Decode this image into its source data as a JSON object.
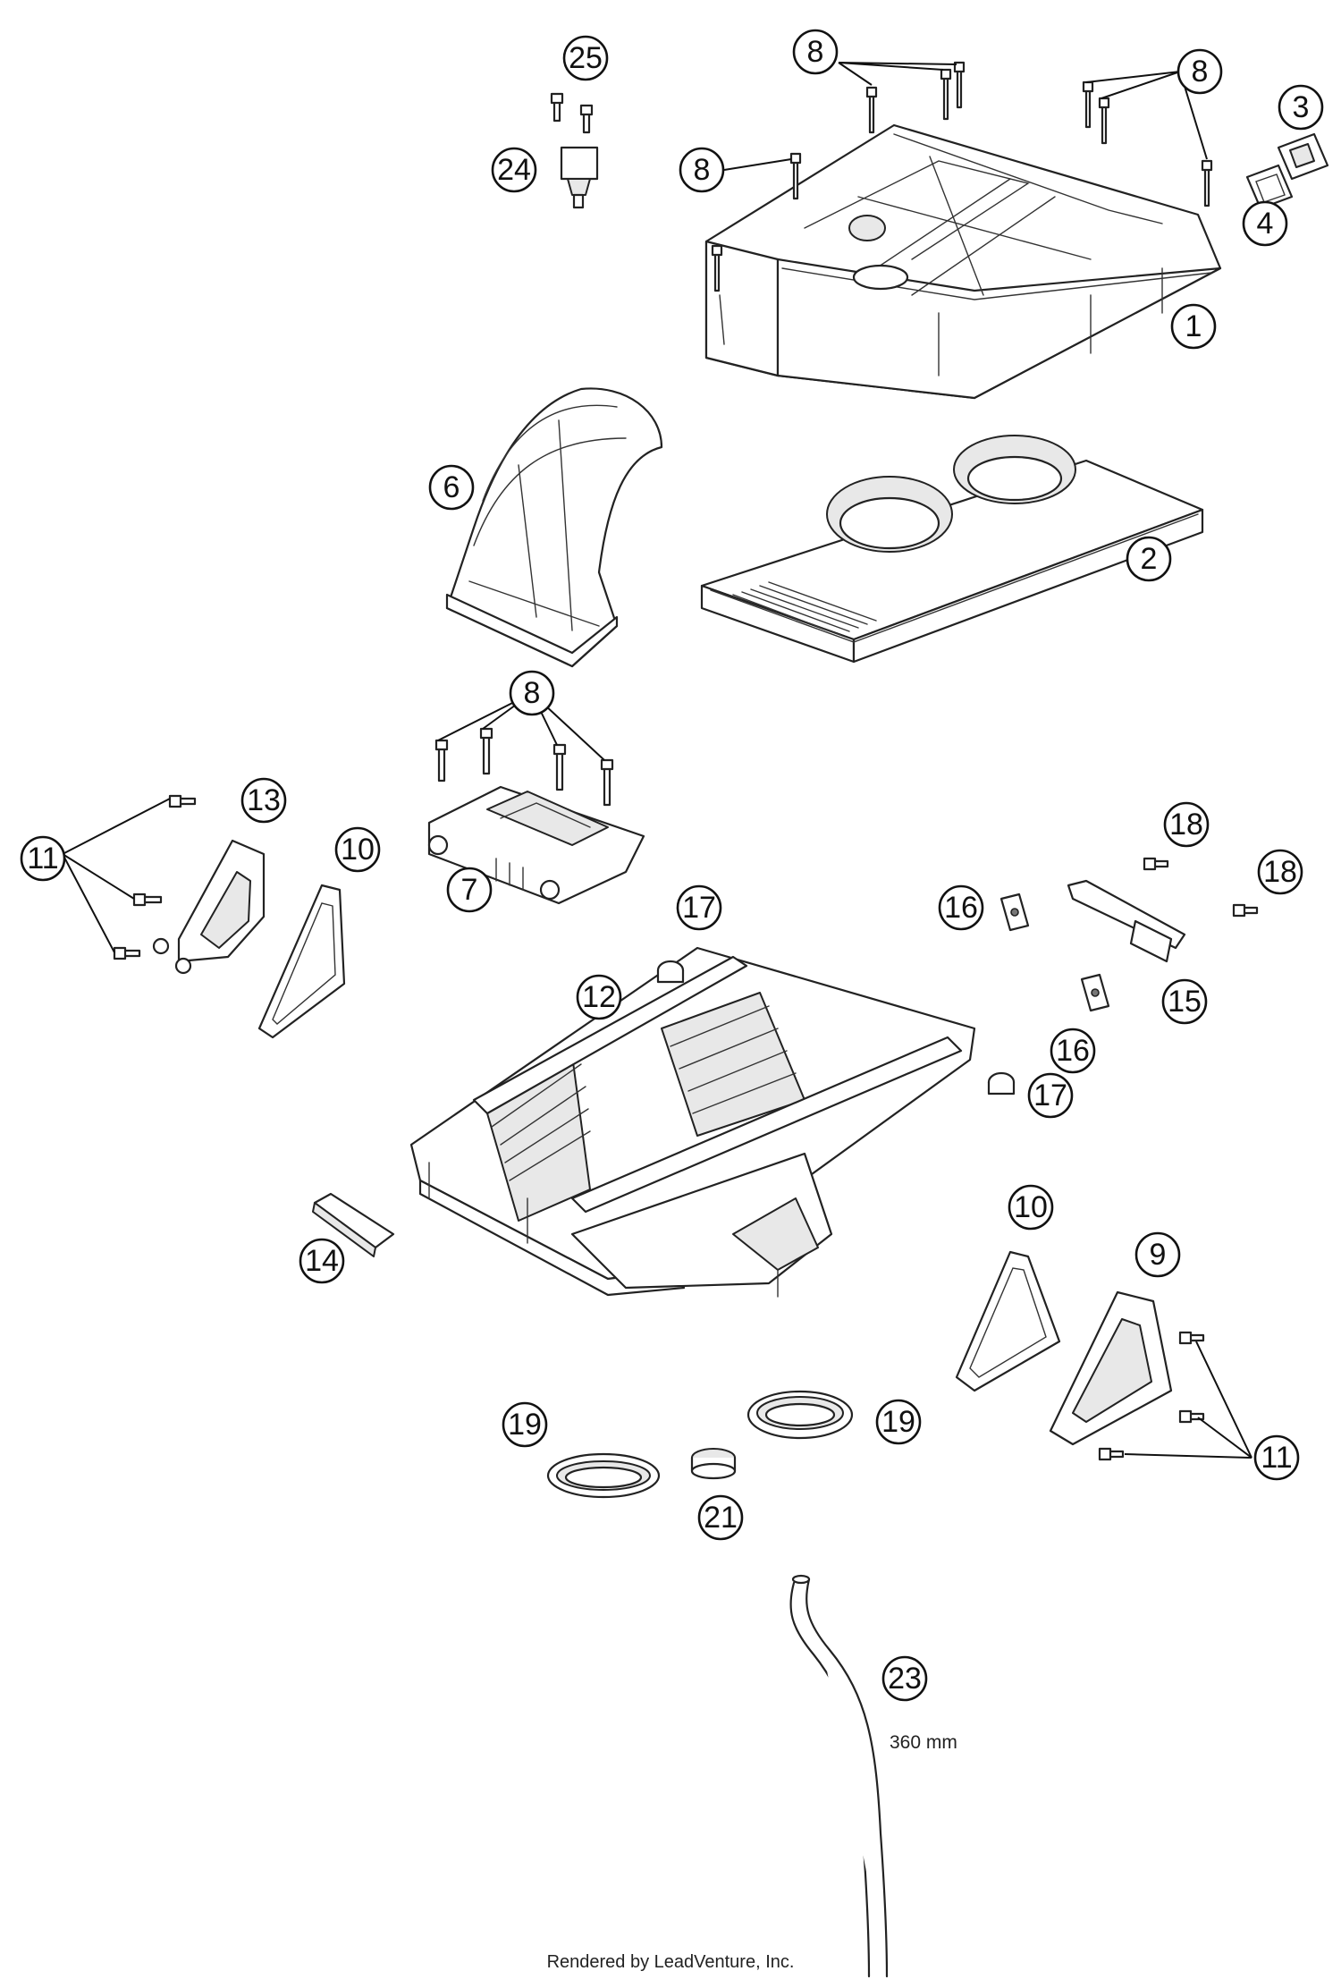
{
  "diagram": {
    "callouts": [
      "25",
      "24",
      "8",
      "8",
      "8",
      "3",
      "4",
      "1",
      "6",
      "2",
      "8",
      "13",
      "11",
      "10",
      "7",
      "17",
      "18",
      "16",
      "18",
      "12",
      "16",
      "15",
      "17",
      "14",
      "10",
      "9",
      "19",
      "19",
      "11",
      "21",
      "23"
    ],
    "dimension_label": "360 mm",
    "credit": "Rendered by LeadVenture, Inc."
  }
}
